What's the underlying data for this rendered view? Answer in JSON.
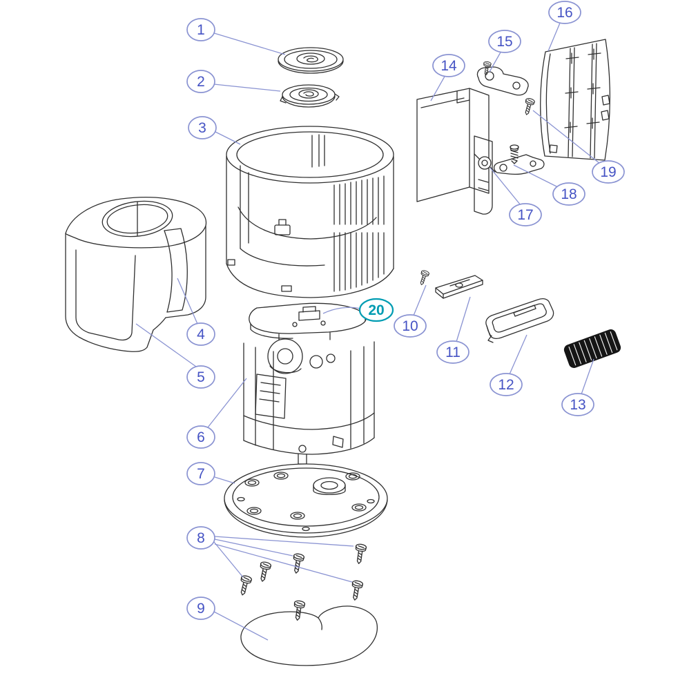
{
  "diagram": {
    "type": "exploded-parts-diagram",
    "background": "#ffffff",
    "colors": {
      "line": "#2e2e2e",
      "leader": "#8a93d2",
      "callout_stroke": "#8a93d2",
      "callout_text": "#4553c4",
      "highlight": "#009cb2",
      "grille": "#161616",
      "background": "#ffffff"
    },
    "callouts": [
      {
        "num": "1"
      },
      {
        "num": "2"
      },
      {
        "num": "3"
      },
      {
        "num": "4"
      },
      {
        "num": "5"
      },
      {
        "num": "6"
      },
      {
        "num": "7"
      },
      {
        "num": "8"
      },
      {
        "num": "9"
      },
      {
        "num": "10"
      },
      {
        "num": "11"
      },
      {
        "num": "12"
      },
      {
        "num": "13"
      },
      {
        "num": "14"
      },
      {
        "num": "15"
      },
      {
        "num": "16"
      },
      {
        "num": "17"
      },
      {
        "num": "18"
      },
      {
        "num": "19"
      },
      {
        "num": "20",
        "highlighted": true
      }
    ],
    "highlighted_callout": "20"
  }
}
